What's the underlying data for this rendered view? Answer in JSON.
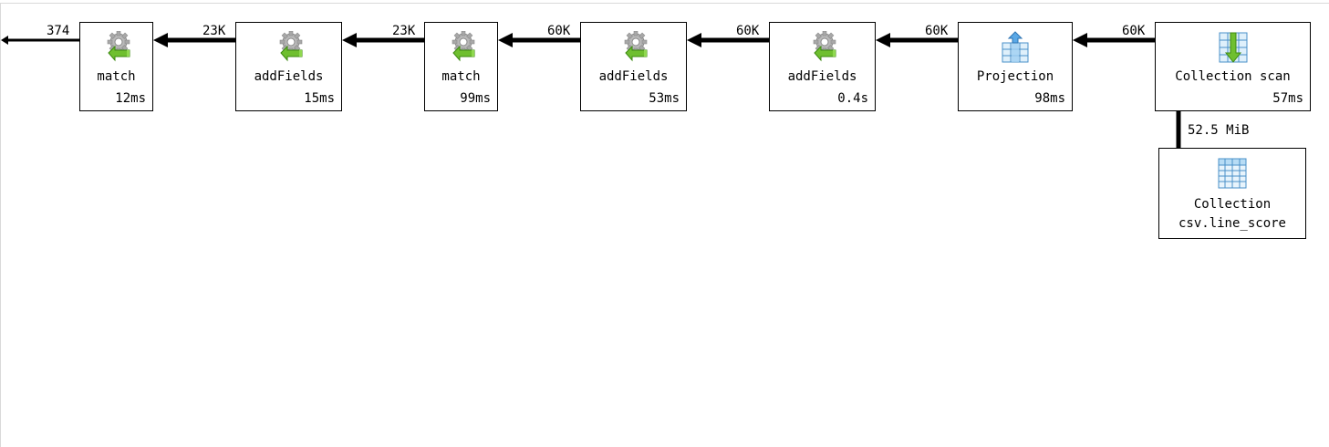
{
  "output_edge_label": "374",
  "stages": [
    {
      "id": "match-2",
      "name": "match",
      "time": "12ms",
      "icon": "gear-filter-icon"
    },
    {
      "id": "addfields-3",
      "name": "addFields",
      "time": "15ms",
      "icon": "gear-filter-icon"
    },
    {
      "id": "match-1",
      "name": "match",
      "time": "99ms",
      "icon": "gear-filter-icon"
    },
    {
      "id": "addfields-2",
      "name": "addFields",
      "time": "53ms",
      "icon": "gear-filter-icon"
    },
    {
      "id": "addfields-1",
      "name": "addFields",
      "time": "0.4s",
      "icon": "gear-filter-icon"
    },
    {
      "id": "projection",
      "name": "Projection",
      "time": "98ms",
      "icon": "projection-table-icon"
    },
    {
      "id": "collection-scan",
      "name": "Collection scan",
      "time": "57ms",
      "icon": "collection-scan-icon"
    }
  ],
  "edges": [
    "23K",
    "23K",
    "60K",
    "60K",
    "60K",
    "60K"
  ],
  "source": {
    "title": "Collection",
    "subtitle": "csv.line_score",
    "edge_label": "52.5 MiB",
    "icon": "table-icon"
  }
}
